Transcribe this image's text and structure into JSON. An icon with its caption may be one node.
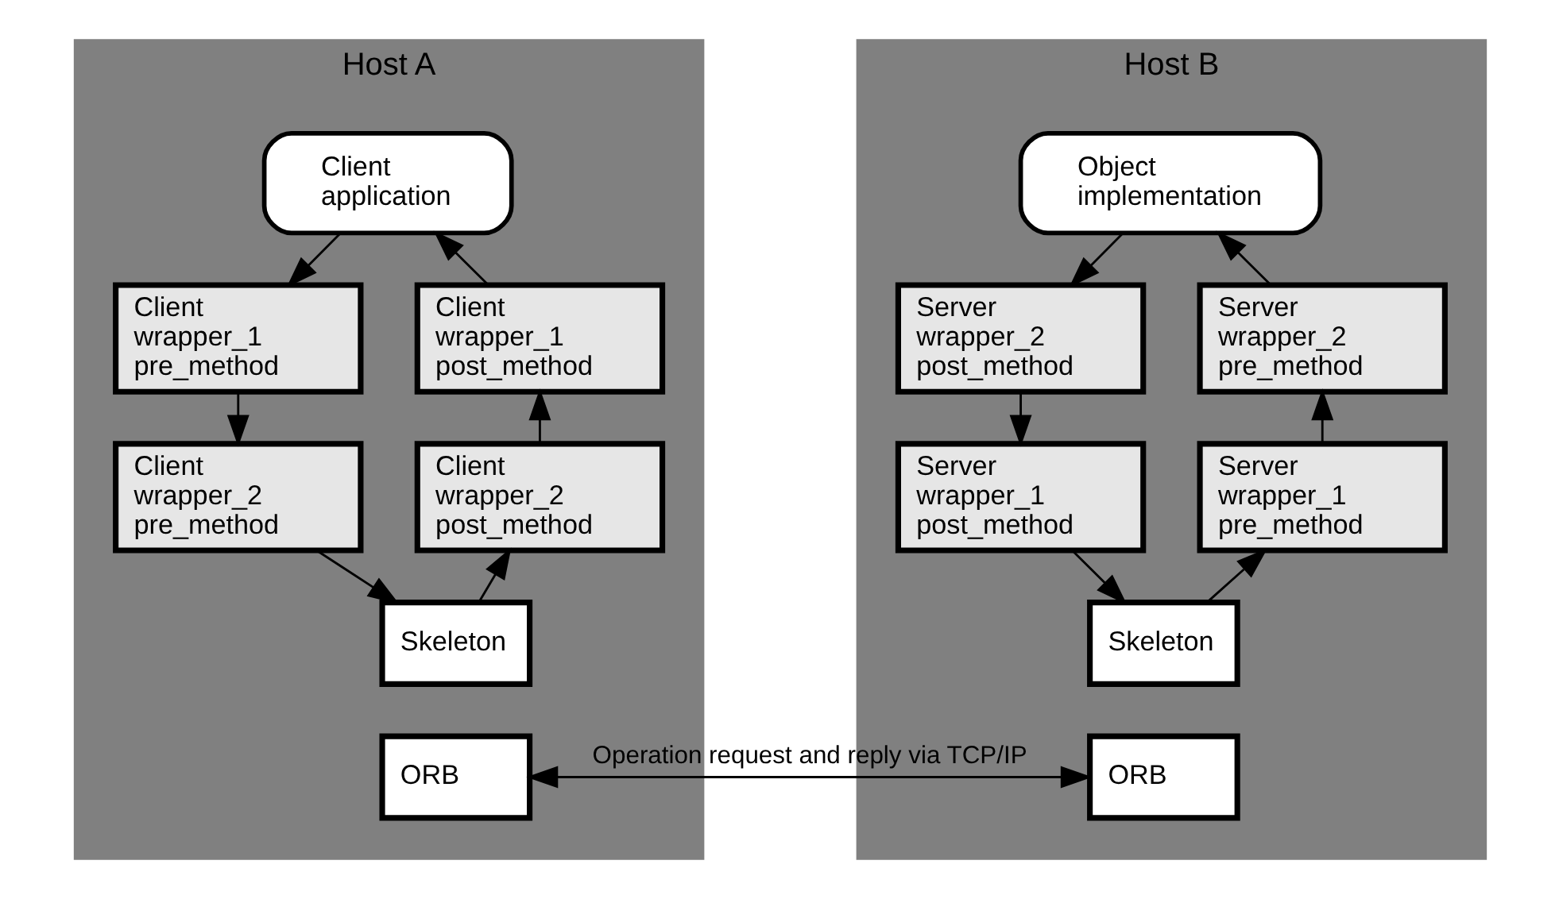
{
  "diagram": {
    "nodes": [
      {
        "text": [
          "Host A"
        ]
      },
      {
        "text": [
          "Client application"
        ],
        "in": 0
      },
      {
        "text": [
          "Client wrapper_1 pre_method"
        ],
        "in": 0
      },
      {
        "text": [
          "Client wrapper_1 post_method"
        ],
        "in": 0
      },
      {
        "text": [
          "Client wrapper_2 pre_method"
        ],
        "in": 0
      },
      {
        "text": [
          "Client wrapper_2 post_method"
        ],
        "in": 0
      },
      {
        "text": [
          "Skeleton"
        ],
        "in": 0
      },
      {
        "text": [
          "ORB"
        ],
        "in": 0
      },
      {
        "text": [
          "Host B"
        ]
      },
      {
        "text": [
          "Object implementation"
        ],
        "in": 8
      },
      {
        "text": [
          "Server wrapper_2 pre_method"
        ],
        "in": 8
      },
      {
        "text": [
          "Server wrapper_2 post_method"
        ],
        "in": 8
      },
      {
        "text": [
          "Server wrapper_1 pre_method"
        ],
        "in": 8
      },
      {
        "text": [
          "Server wrapper_1 post_method"
        ],
        "in": 8
      },
      {
        "text": [
          "Skeleton"
        ],
        "in": 8
      },
      {
        "text": [
          "ORB"
        ],
        "in": 8
      }
    ],
    "edges": [
      {
        "from": 1,
        "to": 2,
        "arrow": "to"
      },
      {
        "from": 2,
        "to": 4,
        "arrow": "to"
      },
      {
        "from": 4,
        "to": 6,
        "arrow": "to"
      },
      {
        "from": 6,
        "to": 5,
        "arrow": "to"
      },
      {
        "from": 5,
        "to": 3,
        "arrow": "to"
      },
      {
        "from": 3,
        "to": 1,
        "arrow": "to"
      },
      {
        "from": 14,
        "to": 12,
        "arrow": "to"
      },
      {
        "from": 12,
        "to": 10,
        "arrow": "to"
      },
      {
        "from": 10,
        "to": 9,
        "arrow": "to"
      },
      {
        "from": 9,
        "to": 11,
        "arrow": "to"
      },
      {
        "from": 11,
        "to": 13,
        "arrow": "to"
      },
      {
        "from": 13,
        "to": 14,
        "arrow": "to"
      },
      {
        "from": 7,
        "to": 15,
        "arrow": "both",
        "label": "Operation request and reply via TCP/IP"
      }
    ]
  }
}
